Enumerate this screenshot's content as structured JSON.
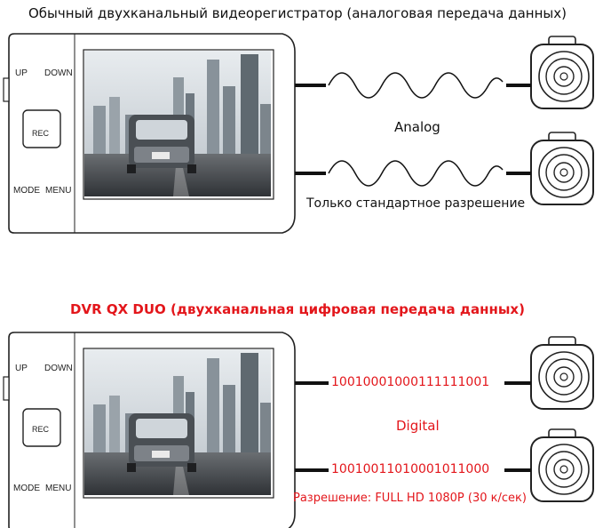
{
  "titles": {
    "analog": "Обычный двухканальный видеорегистратор (аналоговая передача данных)",
    "digital": "DVR QX DUO (двухканальная цифровая передача данных)"
  },
  "device_buttons": {
    "up": "UP",
    "down": "DOWN",
    "rec": "REC",
    "mode": "MODE",
    "menu": "MENU"
  },
  "analog_section": {
    "signal_label": "Analog",
    "caption": "Только стандартное разрешение"
  },
  "digital_section": {
    "signal_label": "Digital",
    "bits_top": "10010001000111111001",
    "bits_bottom": "10010011010001011000",
    "caption": "Разрешение: FULL HD 1080P (30 к/сек)"
  },
  "colors": {
    "accent_red": "#e3161b",
    "line": "#111111"
  }
}
